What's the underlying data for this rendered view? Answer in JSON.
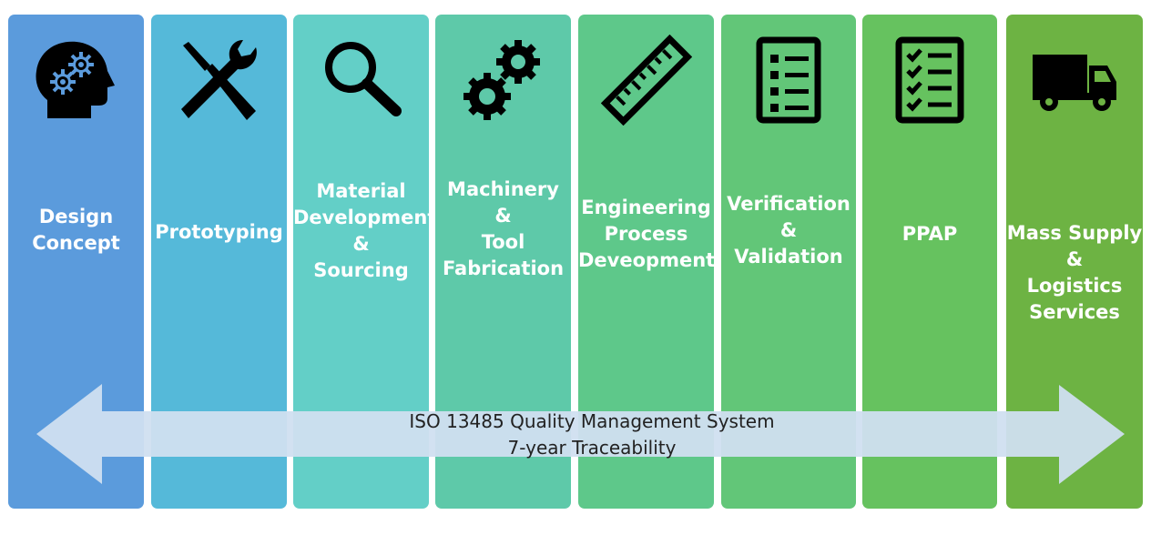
{
  "stages": [
    {
      "label": "Design\nConcept",
      "icon": "head-gears-icon",
      "color": "#5b9bdc"
    },
    {
      "label": "Prototyping",
      "icon": "tools-icon",
      "color": "#55b9d9"
    },
    {
      "label": "Material\nDevelopment\n&\nSourcing",
      "icon": "magnifier-icon",
      "color": "#63cfc7"
    },
    {
      "label": "Machinery\n&\nTool\nFabrication",
      "icon": "gears-icon",
      "color": "#5ec9a9"
    },
    {
      "label": "Engineering\nProcess\nDeveopment",
      "icon": "ruler-icon",
      "color": "#5ec88a"
    },
    {
      "label": "Verification\n&\nValidation",
      "icon": "checklist-icon",
      "color": "#62c678"
    },
    {
      "label": "PPAP",
      "icon": "check-list-icon",
      "color": "#66c25f"
    },
    {
      "label": "Mass Supply\n&\nLogistics\nServices",
      "icon": "truck-icon",
      "color": "#6db343"
    }
  ],
  "arrow": {
    "line1": "ISO 13485 Quality Management System",
    "line2": "7-year Traceability",
    "color": "#d0dff0"
  }
}
